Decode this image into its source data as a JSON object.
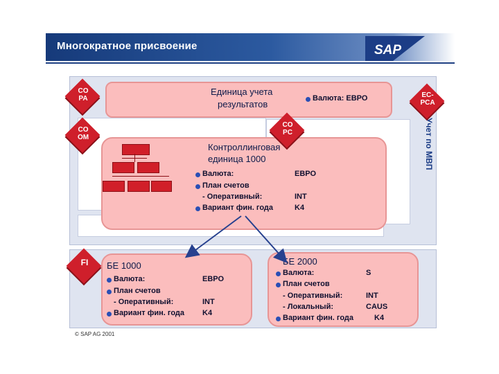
{
  "title": "Многократное присвоение",
  "logo": "SAP",
  "colors": {
    "title_bar": "#1e3f82",
    "chip": "#cf1f2b",
    "pink_box": "#fbbdbd",
    "panel": "#dfe4f0",
    "bullet": "#2a4fb5",
    "arrow": "#27418f"
  },
  "chips": {
    "copa": "CO\nPA",
    "coom": "CO\nOM",
    "copc": "CO\nPC",
    "ecpca": "EC-\nPCA",
    "fi": "FI"
  },
  "side_label": "Учет по МВП",
  "result_unit": {
    "title_line1": "Единица учета",
    "title_line2": "результатов",
    "currency": "Валюта: ЕВРО"
  },
  "controlling": {
    "title_line1": "Контроллинговая",
    "title_line2": "единица 1000",
    "rows": [
      {
        "label": "Валюта:",
        "value": "ЕВРО"
      },
      {
        "label": "План счетов",
        "value": ""
      },
      {
        "label": "- Оперативный:",
        "value": "INT"
      },
      {
        "label": "Вариант фин. года",
        "value": "K4"
      }
    ]
  },
  "be1000": {
    "title": "БЕ 1000",
    "rows": [
      {
        "label": "Валюта:",
        "value": "ЕВРО"
      },
      {
        "label": "План счетов",
        "value": ""
      },
      {
        "label": "- Оперативный:",
        "value": "INT"
      },
      {
        "label": "Вариант фин. года",
        "value": "K4"
      }
    ]
  },
  "be2000": {
    "title": "БЕ 2000",
    "rows": [
      {
        "label": "Валюта:",
        "value": "S"
      },
      {
        "label": "План счетов",
        "value": ""
      },
      {
        "label": "- Оперативный:",
        "value": "INT"
      },
      {
        "label": "- Локальный:",
        "value": "CAUS"
      },
      {
        "label": "Вариант фин. года",
        "value": "K4"
      }
    ]
  },
  "footer": "© SAP AG 2001"
}
